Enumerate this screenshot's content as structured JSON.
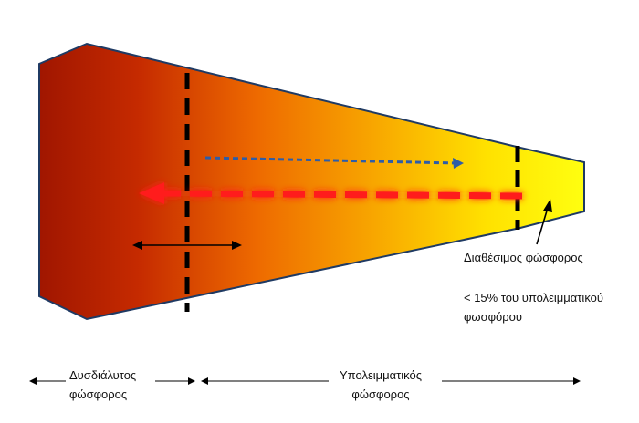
{
  "labels": {
    "available": "Διαθέσιμος φώσφορος",
    "fraction_line1": "< 15% του υπολειμματικού",
    "fraction_line2": "φωσφόρου",
    "insoluble_line1": "Δυσδιάλυτος",
    "insoluble_line2": "φώσφορος",
    "residual_line1": "Υπολειμματικός",
    "residual_line2": "φώσφορος"
  },
  "colors": {
    "dark_red": "#a61c00",
    "orange": "#f39c12",
    "yellow": "#ffff00",
    "outline": "#1f3a63",
    "blue_arrow": "#2e5da8",
    "red_arrow": "#ff1a1a",
    "black": "#000000"
  }
}
